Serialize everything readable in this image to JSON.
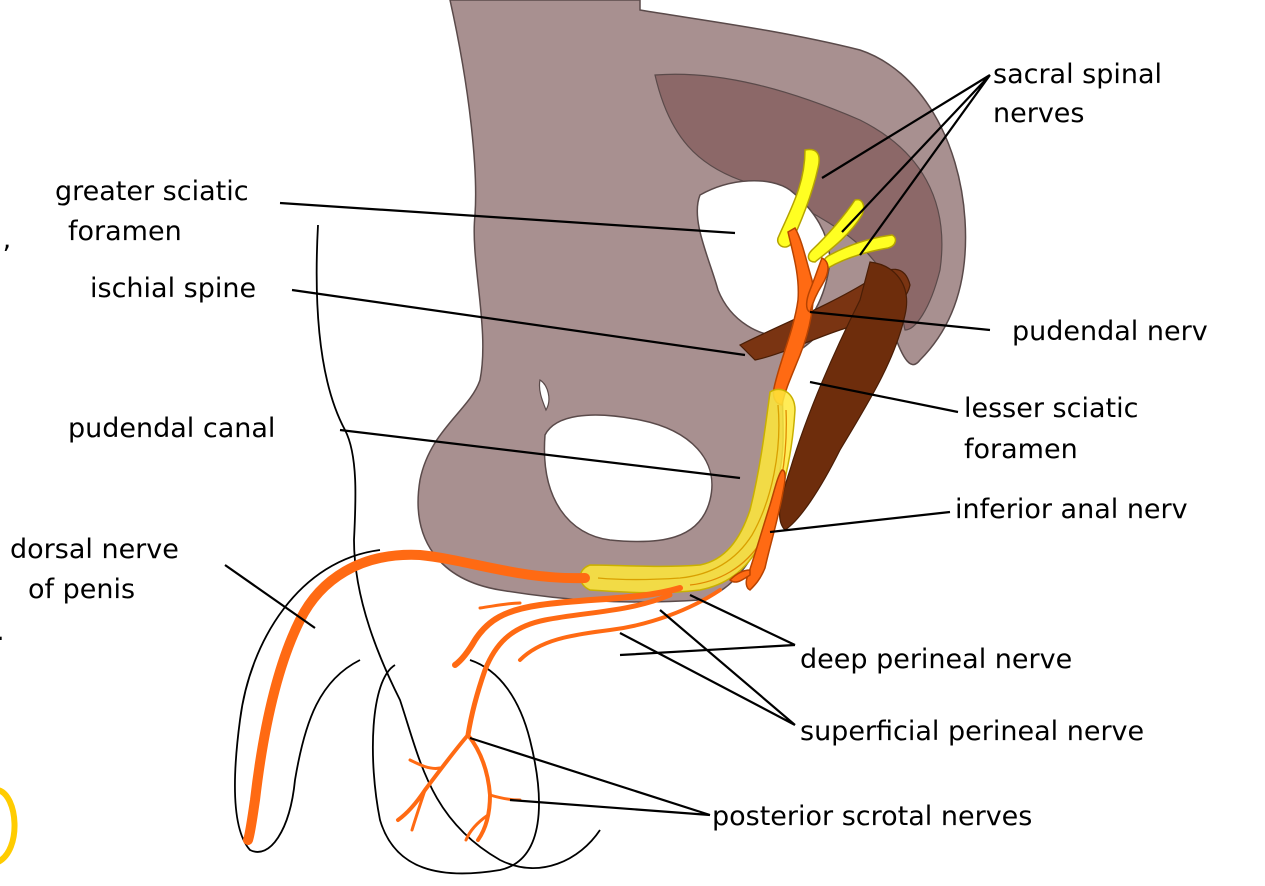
{
  "labels": {
    "sacral_spinal_nerves": [
      "sacral spinal",
      "nerves"
    ],
    "greater_sciatic_foramen": [
      "greater sciatic",
      "foramen"
    ],
    "ischial_spine": "ischial spine",
    "pudendal_nerve": "pudendal nerv",
    "lesser_sciatic_foramen": [
      "lesser sciatic",
      "foramen"
    ],
    "pudendal_canal": "pudendal canal",
    "inferior_anal_nerve": "inferior anal nerv",
    "dorsal_nerve_of_penis": [
      "dorsal nerve",
      "of penis"
    ],
    "deep_perineal_nerve": "deep perineal nerve",
    "superficial_perineal_nerve": "superficial perineal nerve",
    "posterior_scrotal_nerves": "posterior scrotal nerves"
  },
  "edge_fragments": {
    "comma": ".,",
    "dot": "."
  },
  "colors": {
    "bone": "#a89090",
    "sacrum": "#8c6868",
    "ligament": "#7a3412",
    "ligament_dark": "#6e2d0c",
    "nerve": "#ff6a13",
    "sacral_nerve": "#ffff22",
    "canal": "#ffe93a",
    "edge_badge": "#ffcc00"
  }
}
